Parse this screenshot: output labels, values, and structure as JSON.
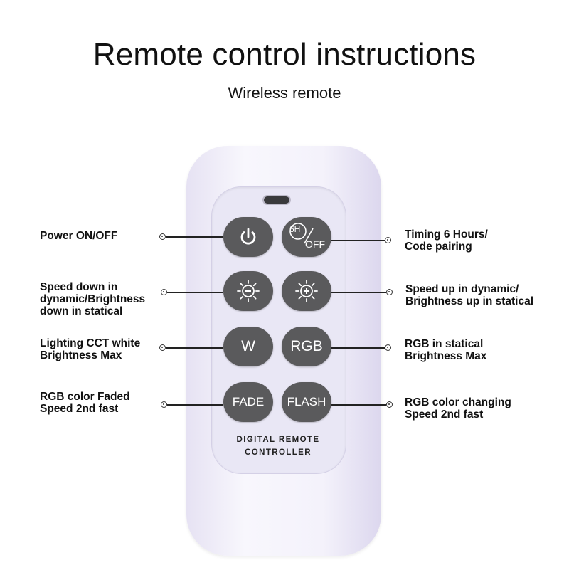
{
  "header": {
    "title": "Remote control instructions",
    "subtitle": "Wireless remote"
  },
  "remote": {
    "brand_line1": "DIGITAL REMOTE",
    "brand_line2": "CONTROLLER",
    "buttons": {
      "power": {
        "icon": "power-icon"
      },
      "timer": {
        "top": "6H",
        "bottom": "OFF",
        "icon": "timer-icon"
      },
      "speed_down": {
        "icon": "sun-minus-icon"
      },
      "speed_up": {
        "icon": "sun-plus-icon"
      },
      "white": {
        "label": "W"
      },
      "rgb": {
        "label": "RGB"
      },
      "fade": {
        "label": "FADE"
      },
      "flash": {
        "label": "FLASH"
      }
    }
  },
  "callouts": {
    "left": [
      {
        "lines": [
          "Power ON/OFF"
        ]
      },
      {
        "lines": [
          "Speed down in",
          "dynamic/Brightness",
          "down in statical"
        ]
      },
      {
        "lines": [
          "Lighting CCT white",
          "Brightness Max"
        ]
      },
      {
        "lines": [
          "RGB color Faded",
          "Speed 2nd fast"
        ]
      }
    ],
    "right": [
      {
        "lines": [
          "Timing 6 Hours/",
          "Code pairing"
        ]
      },
      {
        "lines": [
          "Speed up in dynamic/",
          "Brightness up in statical"
        ]
      },
      {
        "lines": [
          "RGB in statical",
          "Brightness Max"
        ]
      },
      {
        "lines": [
          "RGB color changing",
          "Speed 2nd fast"
        ]
      }
    ]
  },
  "colors": {
    "button": "#5a5a5c",
    "remote_body": "#f4f2fb",
    "remote_face": "#e9e7f5"
  }
}
